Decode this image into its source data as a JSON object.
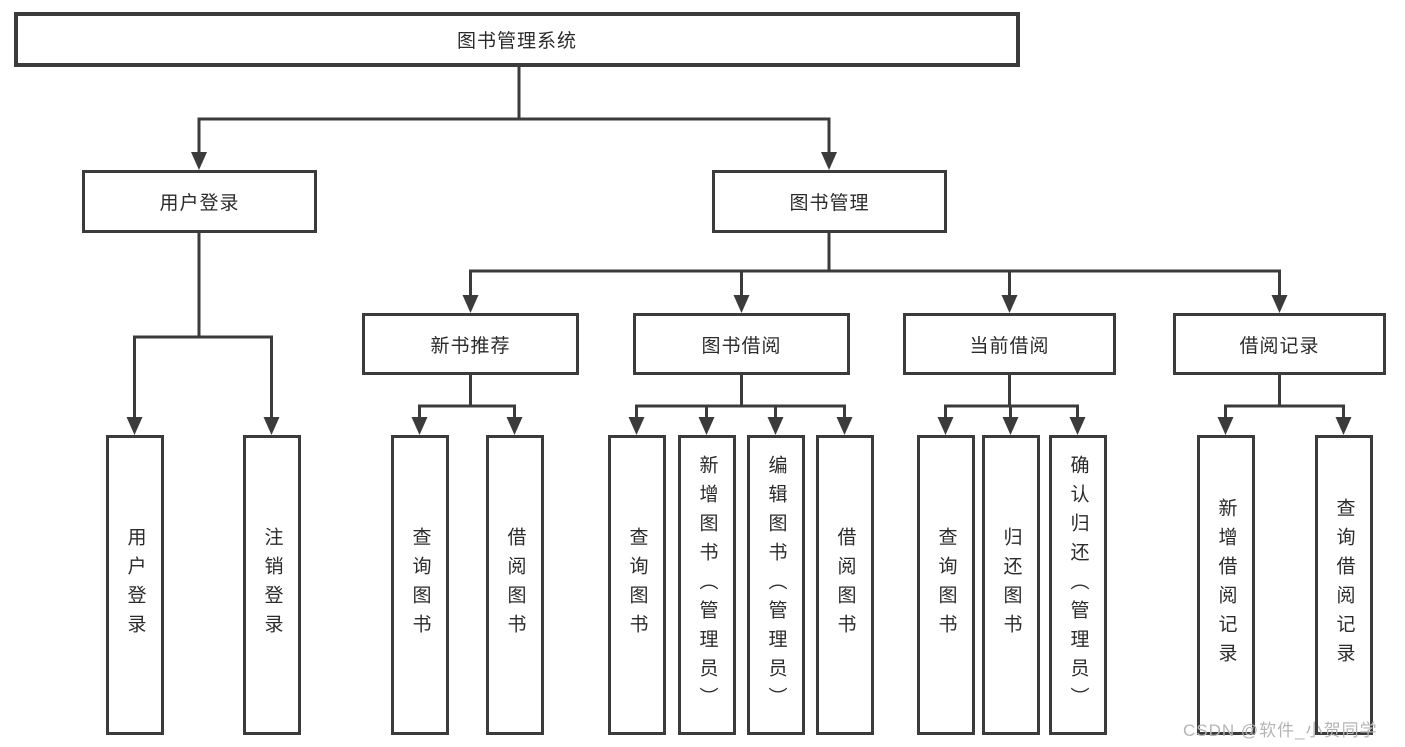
{
  "diagram": {
    "root": {
      "label": "图书管理系统"
    },
    "level2": [
      {
        "label": "用户登录"
      },
      {
        "label": "图书管理"
      }
    ],
    "level3": [
      {
        "label": "新书推荐"
      },
      {
        "label": "图书借阅"
      },
      {
        "label": "当前借阅"
      },
      {
        "label": "借阅记录"
      }
    ],
    "leaves": {
      "user_login": [
        "用户登录",
        "注销登录"
      ],
      "new_book_recommend": [
        "查询图书",
        "借阅图书"
      ],
      "book_borrow": [
        "查询图书",
        "新增图书（管理员）",
        "编辑图书（管理员）",
        "借阅图书"
      ],
      "current_borrow": [
        "查询图书",
        "归还图书",
        "确认归还（管理员）"
      ],
      "borrow_records": [
        "新增借阅记录",
        "查询借阅记录"
      ]
    }
  },
  "watermark": "CSDN @软件_小贺同学",
  "colors": {
    "line": "#3b3b3b",
    "box_border": "#3b3b3b",
    "text": "#2b2b2b",
    "watermark": "#b5b5b5",
    "background": "#ffffff"
  }
}
